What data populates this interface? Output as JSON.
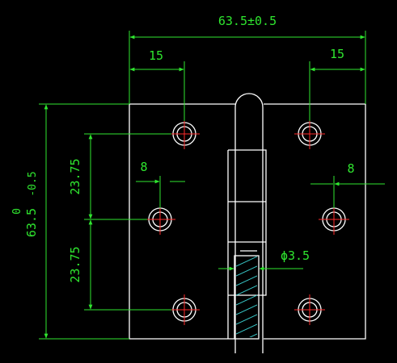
{
  "drawing": {
    "colors": {
      "background": "#000000",
      "outline": "#ffffff",
      "dimension": "#2fe62f",
      "centerline": "#ff2a2a",
      "hatch": "#38c6c6"
    },
    "dimensions": {
      "overall_width": "63.5±0.5",
      "left_edge_to_hole": "15",
      "right_edge_to_hole": "15",
      "left_offset": "8",
      "right_offset": "8",
      "pin_diameter": "ϕ3.5",
      "hole_spacing_top": "23.75",
      "hole_spacing_bottom": "23.75",
      "overall_height": "63.5",
      "height_tol_upper": "0",
      "height_tol_lower": "-0.5"
    }
  }
}
